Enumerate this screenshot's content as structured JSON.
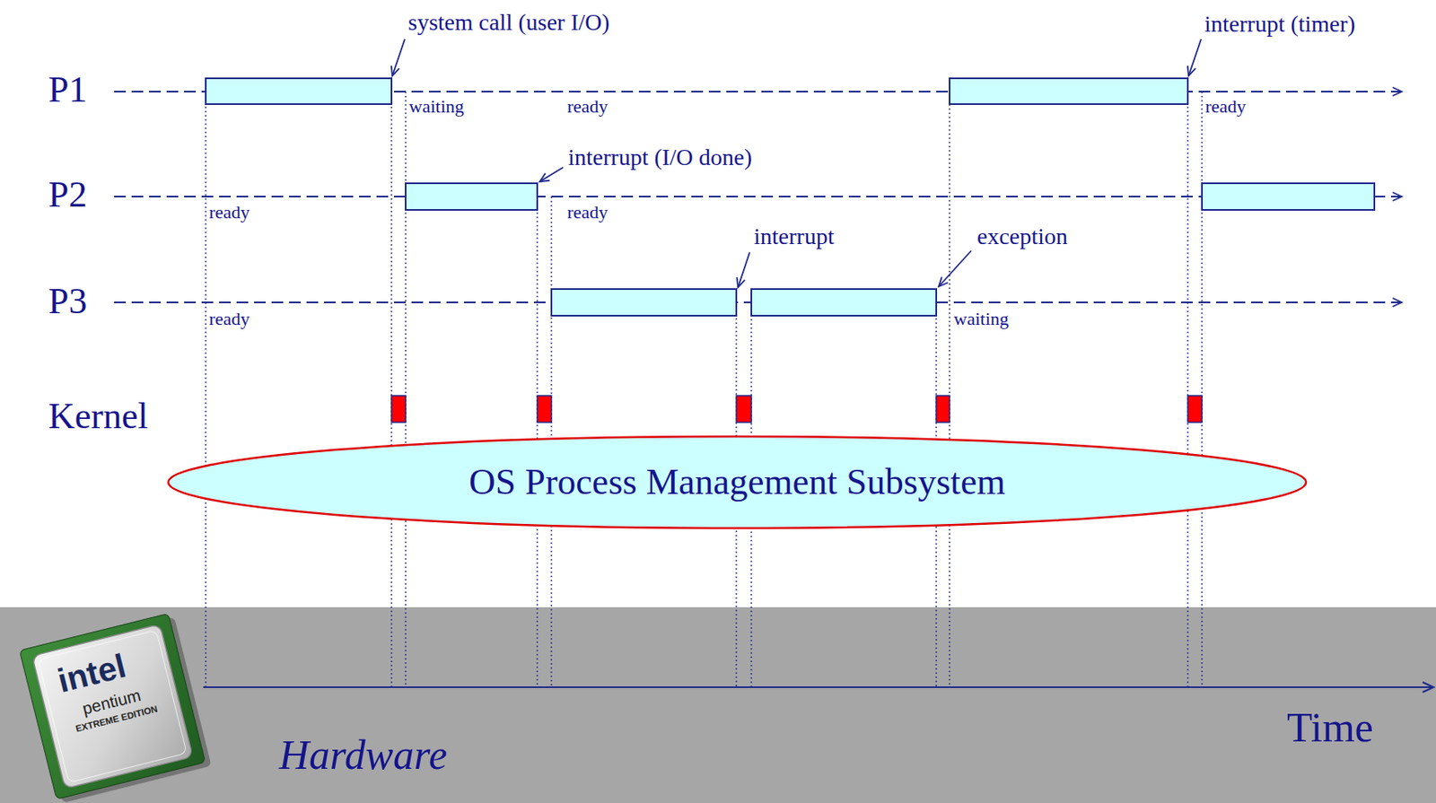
{
  "diagram": {
    "nodes": [
      {
        "text": [
          "OS Process Management Subsystem"
        ]
      },
      {
        "text": [
          "Hardware"
        ]
      }
    ],
    "labels": [
      "system call (user I/O)",
      "interrupt (timer)",
      "P1",
      "waiting",
      "ready",
      "ready",
      "interrupt (I/O done)",
      "P2",
      "ready",
      "ready",
      "interrupt",
      "exception",
      "P3",
      "ready",
      "waiting",
      "Kernel",
      "Time",
      "intel",
      "pentium",
      "EXTREME EDITION"
    ]
  }
}
